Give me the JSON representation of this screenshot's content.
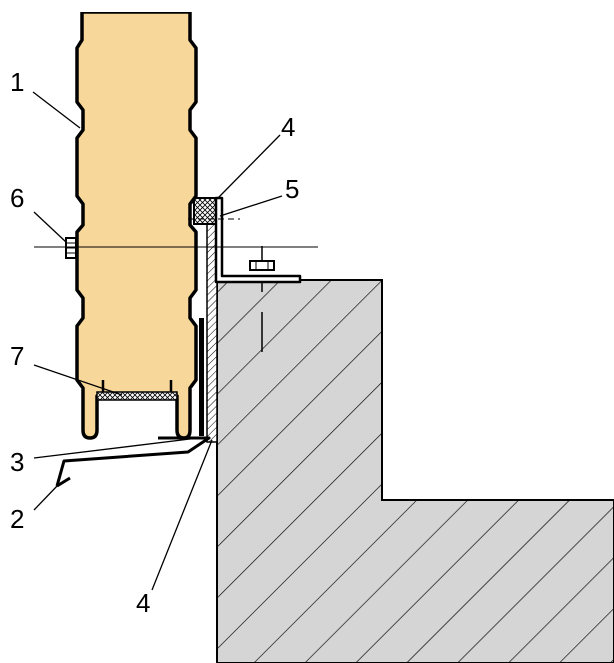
{
  "callouts": {
    "c1": "1",
    "c2": "2",
    "c3": "3",
    "c4_top": "4",
    "c4_bottom": "4",
    "c5": "5",
    "c6": "6",
    "c7": "7"
  },
  "colors": {
    "panel_core": "#f7d89a",
    "concrete": "#d5d5d5",
    "line": "#000000",
    "background": "#ffffff"
  }
}
